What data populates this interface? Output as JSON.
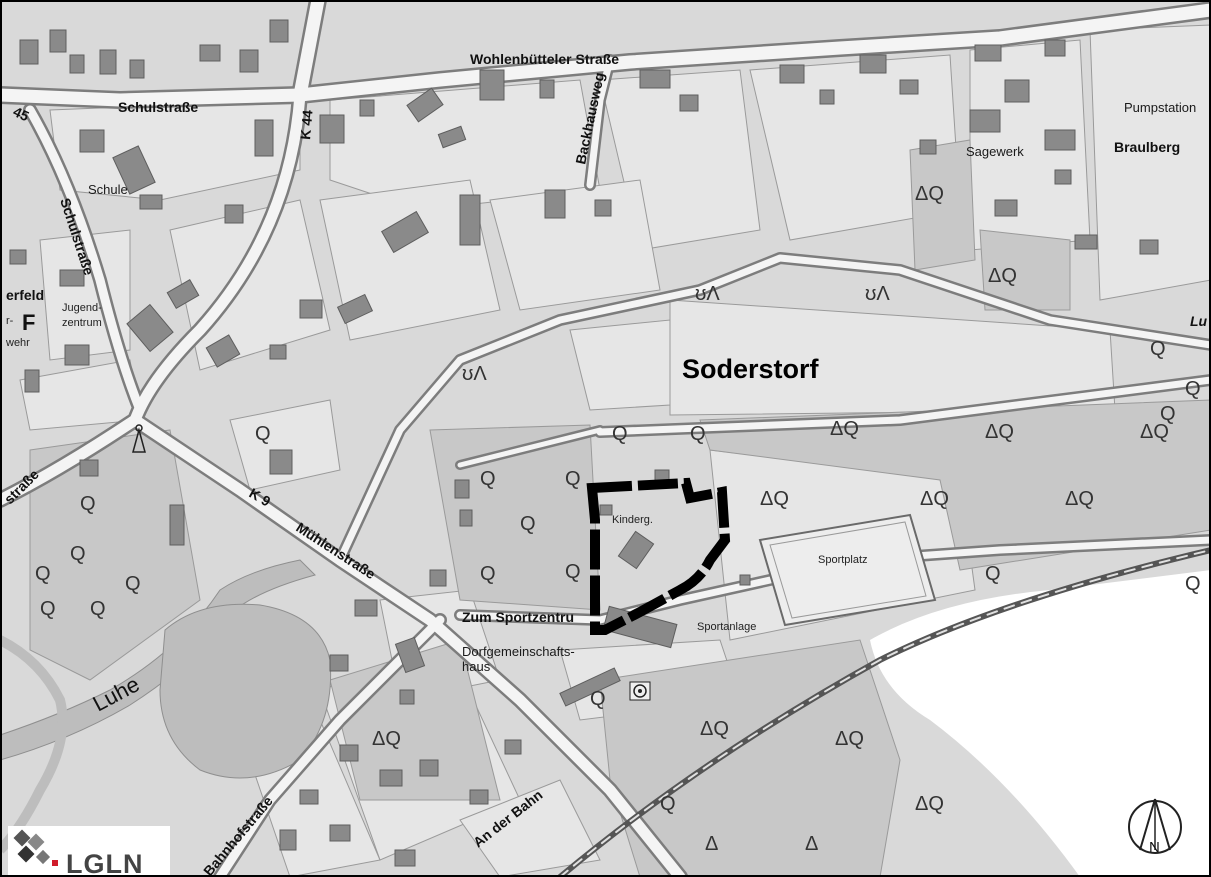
{
  "map": {
    "place_name": "Soderstorf",
    "colors": {
      "background": "#d9d9d9",
      "parcel": "#e6e6e6",
      "forest": "#c8c8c8",
      "water": "#bdbdbd",
      "road_fill": "#f4f4f4",
      "road_casing": "#7d7d7d",
      "building": "#8a8a8a",
      "boundary": "#000000",
      "unmapped": "#ffffff"
    },
    "streets": {
      "wohlenbutteler": "Wohlenbütteler Straße",
      "schulstrasse_top": "Schulstraße",
      "schulstrasse_left": "Schulstraße",
      "backhausweg": "Backhausweg",
      "k44": "K 44",
      "k45": "45",
      "k9": "K 9",
      "muhlenstrasse": "Mühlenstraße",
      "strasse_left": "straße",
      "zum_sportzentrum": "Zum Sportzentru",
      "bahnhofstrasse": "Bahnhofstraße",
      "an_der_bahn": "An der Bahn"
    },
    "labels": {
      "schule": "Schule",
      "jugend": "Jugend-",
      "zentrum": "zentrum",
      "erfeld": "erfeld",
      "fw_f": "F",
      "fw_prefix": "r-",
      "fw_wehr": "wehr",
      "kinderg": "Kinderg.",
      "sportplatz": "Sportplatz",
      "sportanlage": "Sportanlage",
      "dorfgemeinschafts": "Dorfgemeinschafts-",
      "haus": "haus",
      "sagewerk": "Sagewerk",
      "braulberg": "Braulberg",
      "pumpstation": "Pumpstation",
      "lu": "Lu"
    },
    "water": {
      "river": "Luhe"
    },
    "logo": {
      "text": "LGLN"
    },
    "north_arrow": {
      "letter": "N"
    }
  }
}
